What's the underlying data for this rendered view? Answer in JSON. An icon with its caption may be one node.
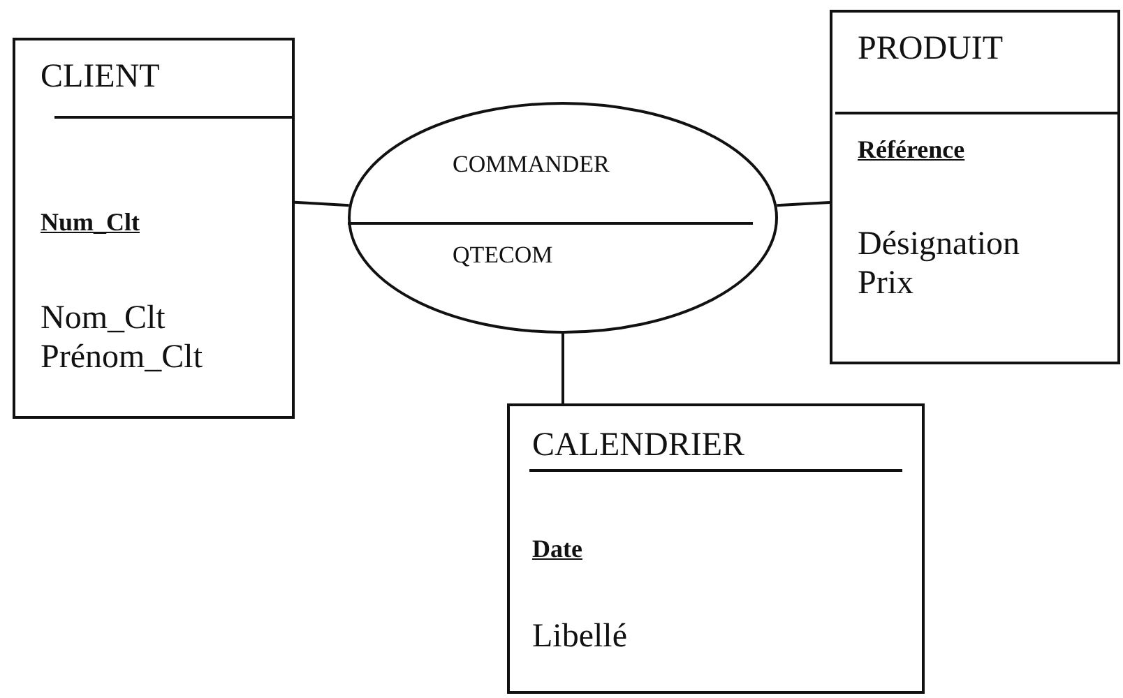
{
  "diagram": {
    "nodes": [
      {
        "text": [
          "CLIENT",
          "Num_Clt",
          "Nom_Clt",
          "Prénom_Clt"
        ]
      },
      {
        "text": [
          "COMMANDER",
          "QTECOM"
        ]
      },
      {
        "text": [
          "PRODUIT",
          "Référence",
          "Désignation",
          "Prix"
        ]
      },
      {
        "text": [
          "CALENDRIER",
          "Date",
          "Libellé"
        ]
      }
    ],
    "edges": [
      {
        "from": 0,
        "to": 1,
        "arrow": "none"
      },
      {
        "from": 1,
        "to": 2,
        "arrow": "none"
      },
      {
        "from": 1,
        "to": 3,
        "arrow": "none"
      }
    ]
  }
}
